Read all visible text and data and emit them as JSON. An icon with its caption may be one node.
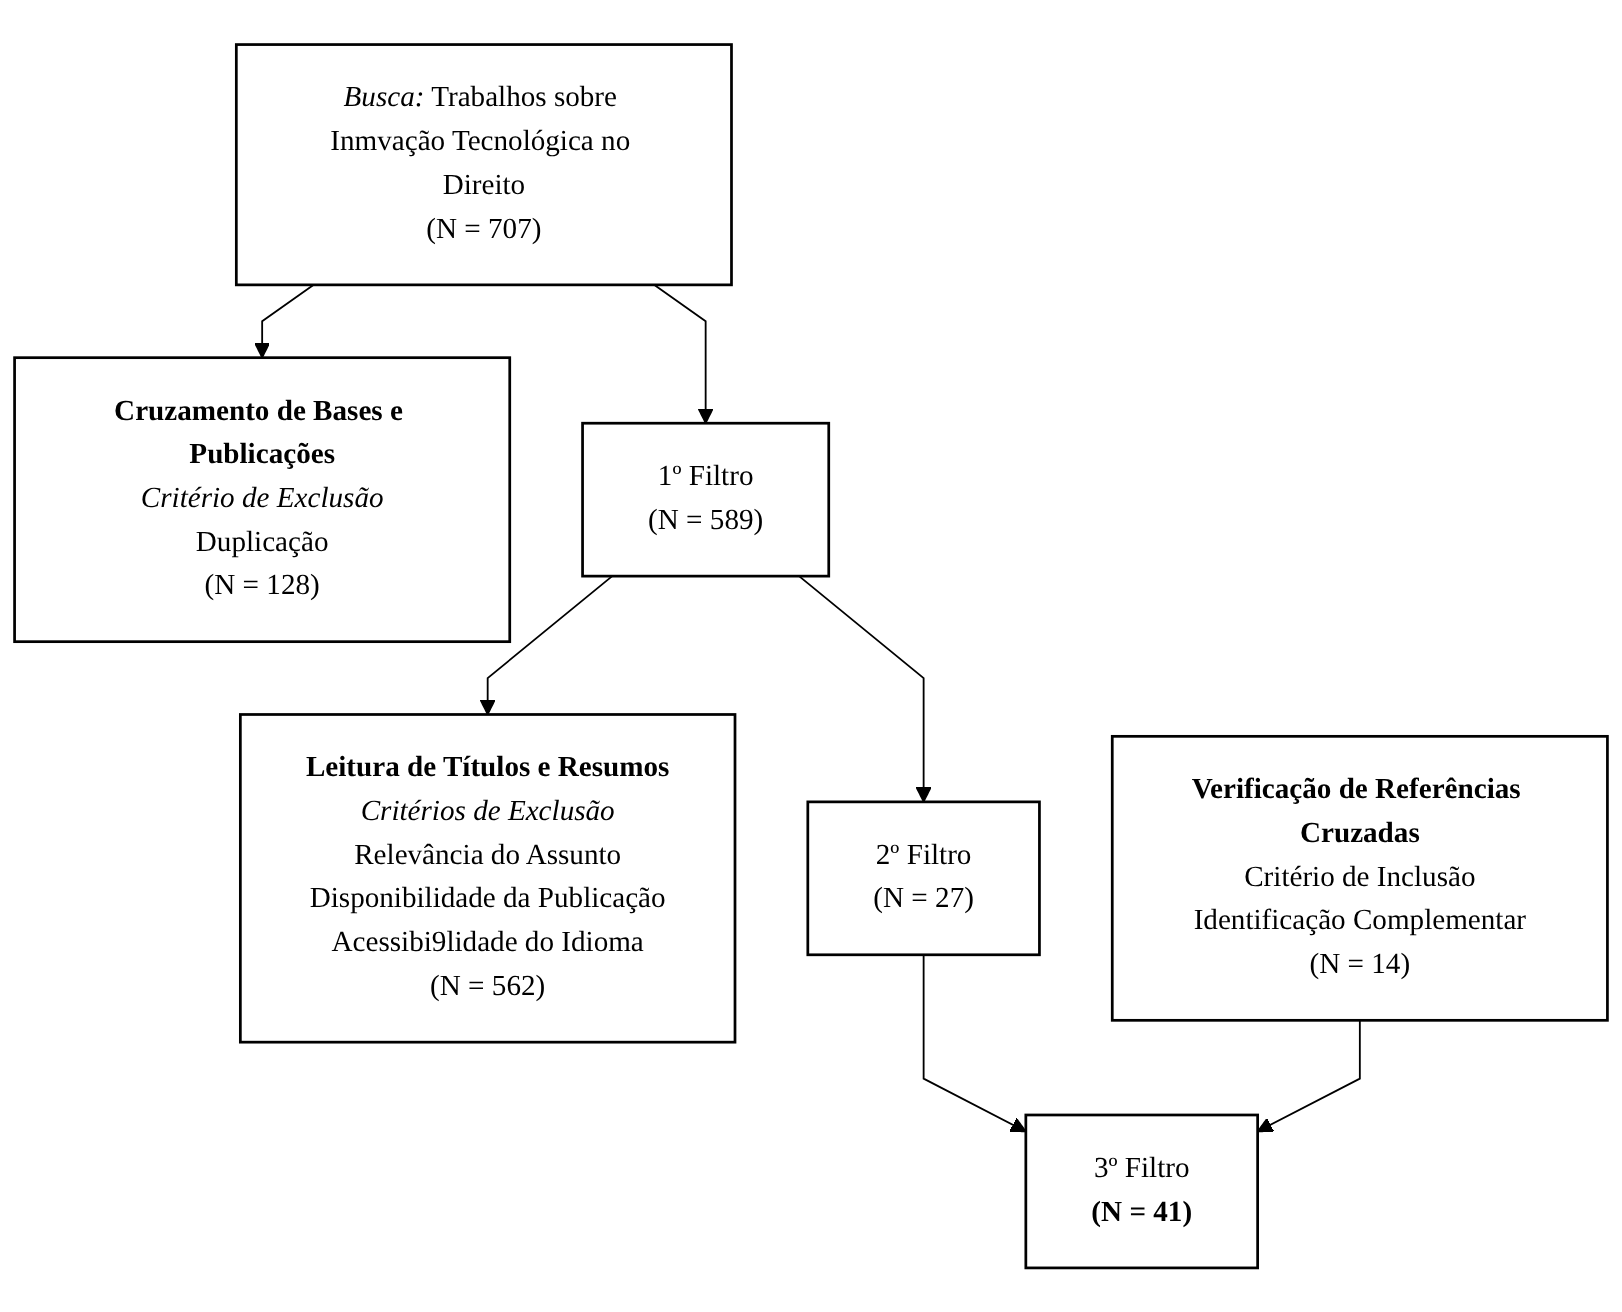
{
  "diagram": {
    "nodes": [
      {
        "text": [
          "*Busca:* Trabalhos sobre Inmvação Tecnológica no Direito",
          "(N = 707)"
        ]
      },
      {
        "text": [
          "Cruzamento de Bases e Publicações",
          "Critério de Exclusão",
          "Duplicação",
          "(N = 128)"
        ]
      },
      {
        "text": [
          "1º Filtro",
          "(N = 589)"
        ]
      },
      {
        "text": [
          "Leitura de Títulos e Resumos",
          "Critérios de Exclusão",
          "Relevância do Assunto",
          "Disponibilidade da Publicação",
          "Acessibi9lidade do Idioma",
          "(N = 562)"
        ]
      },
      {
        "text": [
          "2º Filtro",
          "(N = 27)"
        ]
      },
      {
        "text": [
          "Verificação de Referências Cruzadas",
          "Critério de Inclusão",
          "Identificação Complementar",
          "(N = 14)"
        ]
      },
      {
        "text": [
          "3º Filtro",
          "(N = 41)"
        ]
      }
    ],
    "edges": [
      {
        "from": 0,
        "to": 2,
        "arrow": "to"
      },
      {
        "from": 0,
        "to": 1,
        "arrow": "to"
      },
      {
        "from": 2,
        "to": 4,
        "arrow": "to"
      },
      {
        "from": 2,
        "to": 3,
        "arrow": "to"
      },
      {
        "from": 4,
        "to": 6,
        "arrow": "to"
      },
      {
        "from": 5,
        "to": 6,
        "arrow": "to"
      }
    ]
  }
}
